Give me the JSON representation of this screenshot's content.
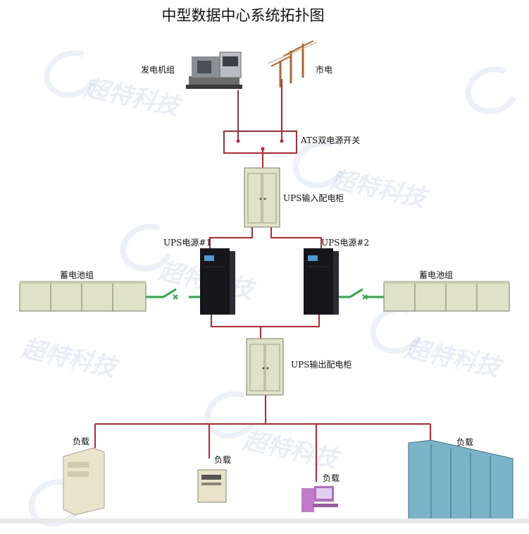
{
  "title": "中型数据中心系统拓扑图",
  "labels": {
    "generator": "发电机组",
    "mains": "市电",
    "ats": "ATS双电源开关",
    "ups_input": "UPS输入配电柜",
    "ups1": "UPS电源#1",
    "ups2": "UPS电源#2",
    "battery_left": "蓄电池组",
    "battery_right": "蓄电池组",
    "ups_output": "UPS输出配电柜",
    "load1": "负载",
    "load2": "负载",
    "load3": "负载",
    "load4": "负载"
  },
  "watermark": {
    "brand": "超特科技"
  },
  "colors": {
    "power_line": "#c0272d",
    "battery_line": "#2aa84a",
    "cabinet": "#dfe2c6",
    "ups_body": "#15151a"
  },
  "icons": [
    "generator-icon",
    "power-pole-icon",
    "ats-switch-icon",
    "distribution-cabinet-icon",
    "ups-icon",
    "battery-bank-icon",
    "breaker-switch-icon",
    "server-tower-icon",
    "server-small-icon",
    "desktop-pc-icon",
    "server-rack-icon"
  ]
}
